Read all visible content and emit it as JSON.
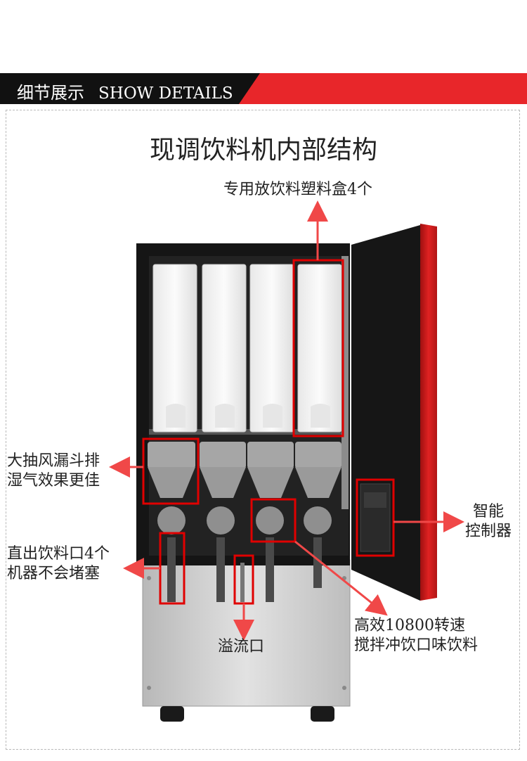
{
  "header": {
    "cn_title": "细节展示",
    "en_title": "SHOW DETAILS"
  },
  "main_title": "现调饮料机内部结构",
  "annotations": {
    "boxes": "专用放饮料塑料盒4个",
    "funnel_line1": "大抽风漏斗排",
    "funnel_line2": "湿气效果更佳",
    "outlet_line1": "直出饮料口4个",
    "outlet_line2": "机器不会堵塞",
    "overflow": "溢流口",
    "controller_line1": "智能",
    "controller_line2": "控制器",
    "mixer_line1": "高效10800转速",
    "mixer_line2": "搅拌冲饮口味饮料"
  },
  "colors": {
    "accent_red": "#e8262a",
    "header_black": "#111111",
    "annotation_red": "#e00000",
    "arrow_red": "#f04848"
  }
}
